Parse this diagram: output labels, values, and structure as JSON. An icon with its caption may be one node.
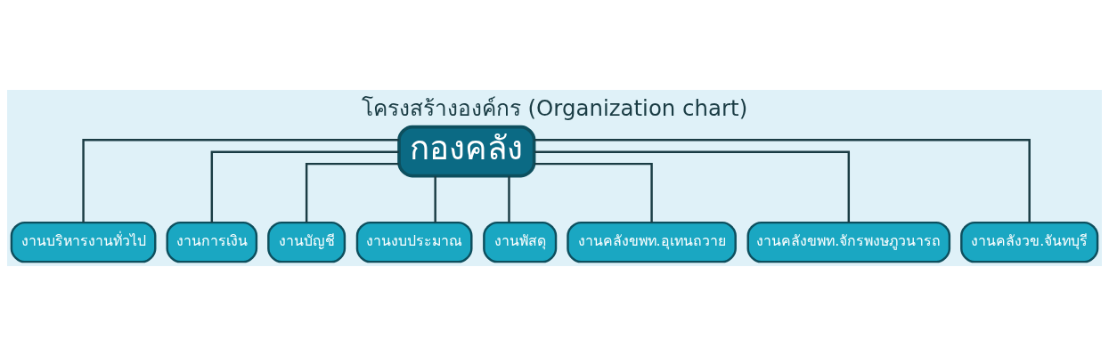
{
  "diagram": {
    "title": "โครงสร้างองค์กร (Organization chart)",
    "nodes": [
      {
        "text": [
          "กองคลัง"
        ]
      },
      {
        "text": [
          "งานบริหารงานทั่วไป"
        ]
      },
      {
        "text": [
          "งานการเงิน"
        ]
      },
      {
        "text": [
          "งานบัญชี"
        ]
      },
      {
        "text": [
          "งานงบประมาณ"
        ]
      },
      {
        "text": [
          "งานพัสดุ"
        ]
      },
      {
        "text": [
          "งานคลังขพท.อุเทนถวาย"
        ]
      },
      {
        "text": [
          "งานคลังขพท.จักรพงษภูวนารถ"
        ]
      },
      {
        "text": [
          "งานคลังวข.จันทบุรี"
        ]
      }
    ],
    "edges": [
      {
        "from": 0,
        "to": 1,
        "arrow": "none"
      },
      {
        "from": 0,
        "to": 2,
        "arrow": "none"
      },
      {
        "from": 0,
        "to": 3,
        "arrow": "none"
      },
      {
        "from": 0,
        "to": 4,
        "arrow": "none"
      },
      {
        "from": 0,
        "to": 5,
        "arrow": "none"
      },
      {
        "from": 0,
        "to": 6,
        "arrow": "none"
      },
      {
        "from": 0,
        "to": 7,
        "arrow": "none"
      },
      {
        "from": 0,
        "to": 8,
        "arrow": "none"
      }
    ]
  }
}
